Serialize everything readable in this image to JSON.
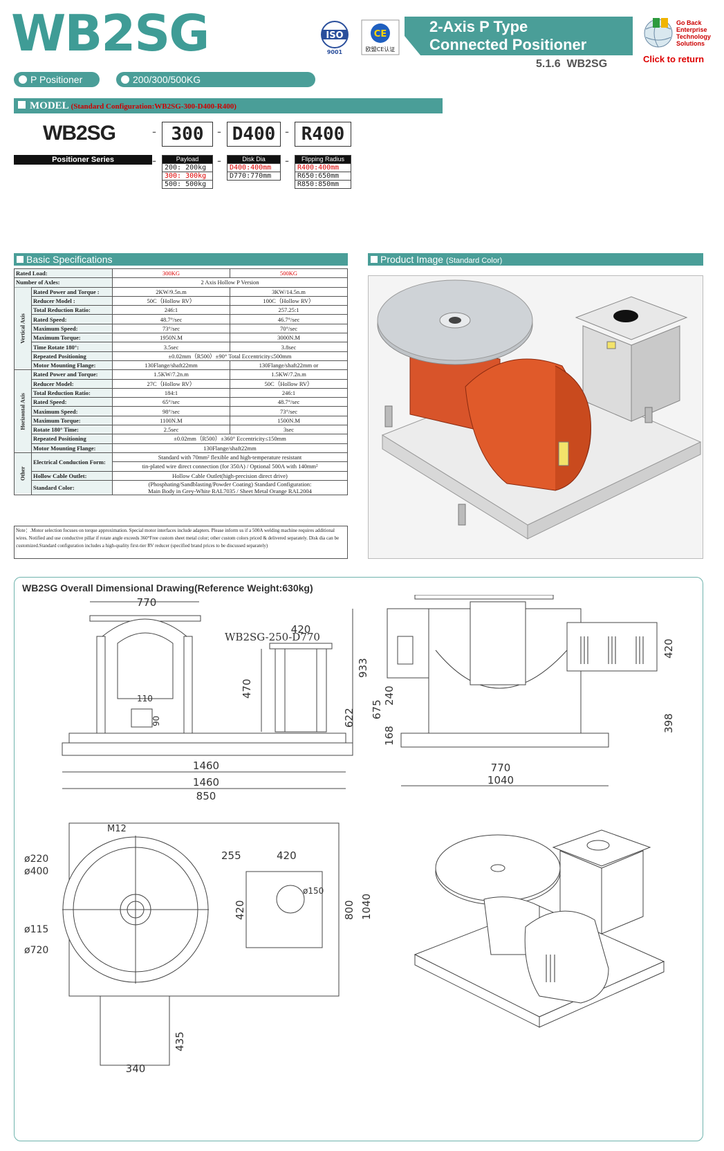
{
  "header": {
    "model": "WB2SG",
    "title_line1": "2-Axis P Type",
    "title_line2": "Connected Positioner",
    "section_code": "5.1.6",
    "section_name": "WB2SG",
    "pill_type": "P Positioner",
    "pill_load": "200/300/500KG",
    "cert_iso": "ISO",
    "cert_iso_num": "9001",
    "cert_ce": "CE",
    "cert_ce_text": "欧盟CE认证",
    "goback_line1": "Go Back",
    "goback_line2": "Enterprise",
    "goback_line3": "Technology",
    "goback_line4": "Solutions",
    "click_return": "Click to return"
  },
  "model": {
    "heading": "MODEL",
    "standard_cfg": "(Standard Configuration:WB2SG-300-D400-R400)",
    "code": "WB2SG",
    "part1": "300",
    "part2": "D400",
    "part3": "R400",
    "dash": "-",
    "series_label": "Positioner Series",
    "payload": {
      "header": "Payload",
      "rows": [
        "200:  200kg",
        "300:  300kg",
        "500:  500kg"
      ]
    },
    "disk": {
      "header": "Disk Dia",
      "rows": [
        "D400:400mm",
        "D770:770mm"
      ]
    },
    "flip": {
      "header": "Flipping Radius",
      "rows": [
        "R400:400mm",
        "R650:650mm",
        "R850:850mm"
      ]
    }
  },
  "spec": {
    "heading": "Basic Specifications",
    "group_vertical": "Vertical Axis",
    "group_horizontal": "Horizontal Axis",
    "group_other": "Other",
    "rows": [
      {
        "label": "Rated Load:",
        "a": "300KG",
        "b": "500KG"
      },
      {
        "label": "Number of Axles:",
        "span": "2 Axis Hollow P Version"
      },
      {
        "label": "Rated Power and Torque :",
        "a": "2KW/9.5n.m",
        "b": "3KW/14.5n.m"
      },
      {
        "label": "Reducer Model :",
        "a": "50C（Hollow RV）",
        "b": "100C（Hollow RV）"
      },
      {
        "label": "Total Reduction Ratio:",
        "a": "246:1",
        "b": "257.25:1"
      },
      {
        "label": "Rated Speed:",
        "a": "48.7°/sec",
        "b": "46.7°/sec"
      },
      {
        "label": "Maximum Speed:",
        "a": "73°/sec",
        "b": "70°/sec"
      },
      {
        "label": "Maximum Torque:",
        "a": "1950N.M",
        "b": "3000N.M"
      },
      {
        "label": "Time Rotate 180°:",
        "a": "3.5sec",
        "b": "3.8sec"
      },
      {
        "label": "Repeated Positioning",
        "span": "±0.02mm（R500）±90°  Total Eccentricity≤500mm"
      },
      {
        "label": "Motor Mounting Flange:",
        "a": "130Flange/shaft22mm",
        "b": "130Flange/shaft22mm or"
      },
      {
        "label": "Rated Power and Torque:",
        "a": "1.5KW/7.2n.m",
        "b": "1.5KW/7.2n.m"
      },
      {
        "label": "Reducer Model:",
        "a": "27C（Hollow RV）",
        "b": "50C（Hollow RV）"
      },
      {
        "label": "Total Reduction Ratio:",
        "a": "184:1",
        "b": "246:1"
      },
      {
        "label": "Rated Speed:",
        "a": "65°/sec",
        "b": "48.7°/sec"
      },
      {
        "label": "Maximum Speed:",
        "a": "98°/sec",
        "b": "73°/sec"
      },
      {
        "label": "Maximum Torque:",
        "a": "1100N.M",
        "b": "1500N.M"
      },
      {
        "label": "Rotate 180° Time:",
        "a": "2.5sec",
        "b": "3sec"
      },
      {
        "label": "Repeated Positioning",
        "span": "±0.02mm（R500）±360°  Eccentricity≤150mm"
      },
      {
        "label": "Motor Mounting Flange:",
        "span": "130Flange/shaft22mm"
      }
    ],
    "elec_label": "Electrical Conduction Form:",
    "elec_value1": "Standard with 70mm² flexible and high-temperature resistant",
    "elec_value2": "tin-plated wire direct connection (for 350A) / Optional 500A with 140mm²",
    "hollow_label": "Hollow Cable Outlet:",
    "hollow_value": "Hollow Cable Outlet(high-precision direct drive)",
    "color_label": "Standard Color:",
    "color_value1": "(Phosphating/Sandblasting/Powder Coating) Standard Configuration:",
    "color_value2": "Main Body in Grey-White RAL7035 / Sheet Metal Orange RAL2004",
    "note": "Note：.Motor selection focuses on torque approximation.  Special motor interfaces include adapters.  Please inform us if a 500A welding machine requires additional wires.  Notified and use conductive pillar if rotate angle exceeds 360°Free custom sheet metal color; other custom colors priced & delivered separately. Disk dia can be customized.Standard configuration includes a high-quality first-tier RV reducer (specified brand prices to be discussed separately)"
  },
  "product": {
    "heading": "Product Image",
    "heading_sub": "(Standard Color)"
  },
  "drawing": {
    "title": "WB2SG Overall Dimensional Drawing(Reference Weight:630kg)",
    "model_label": "WB2SG-250-D770",
    "dims": {
      "d770_top": "770",
      "d420_a": "420",
      "d470": "470",
      "d110": "110",
      "d90": "90",
      "d933": "933",
      "d622": "622",
      "d1460_a": "1460",
      "d675": "675",
      "d240": "240",
      "d168": "168",
      "d420_b": "420",
      "d398": "398",
      "d770_b": "770",
      "d1040_a": "1040",
      "d1460_b": "1460",
      "d850": "850",
      "m12": "M12",
      "d255": "255",
      "d420_c": "420",
      "phi220": "ø220",
      "phi400": "ø400",
      "phi150": "ø150",
      "phi115": "ø115",
      "phi720": "ø720",
      "d420_d": "420",
      "d800": "800",
      "d1040_b": "1040",
      "d435": "435",
      "d340": "340"
    }
  },
  "colors": {
    "teal": "#4a9e98",
    "orange": "#e05a2a",
    "red": "#d00000"
  }
}
